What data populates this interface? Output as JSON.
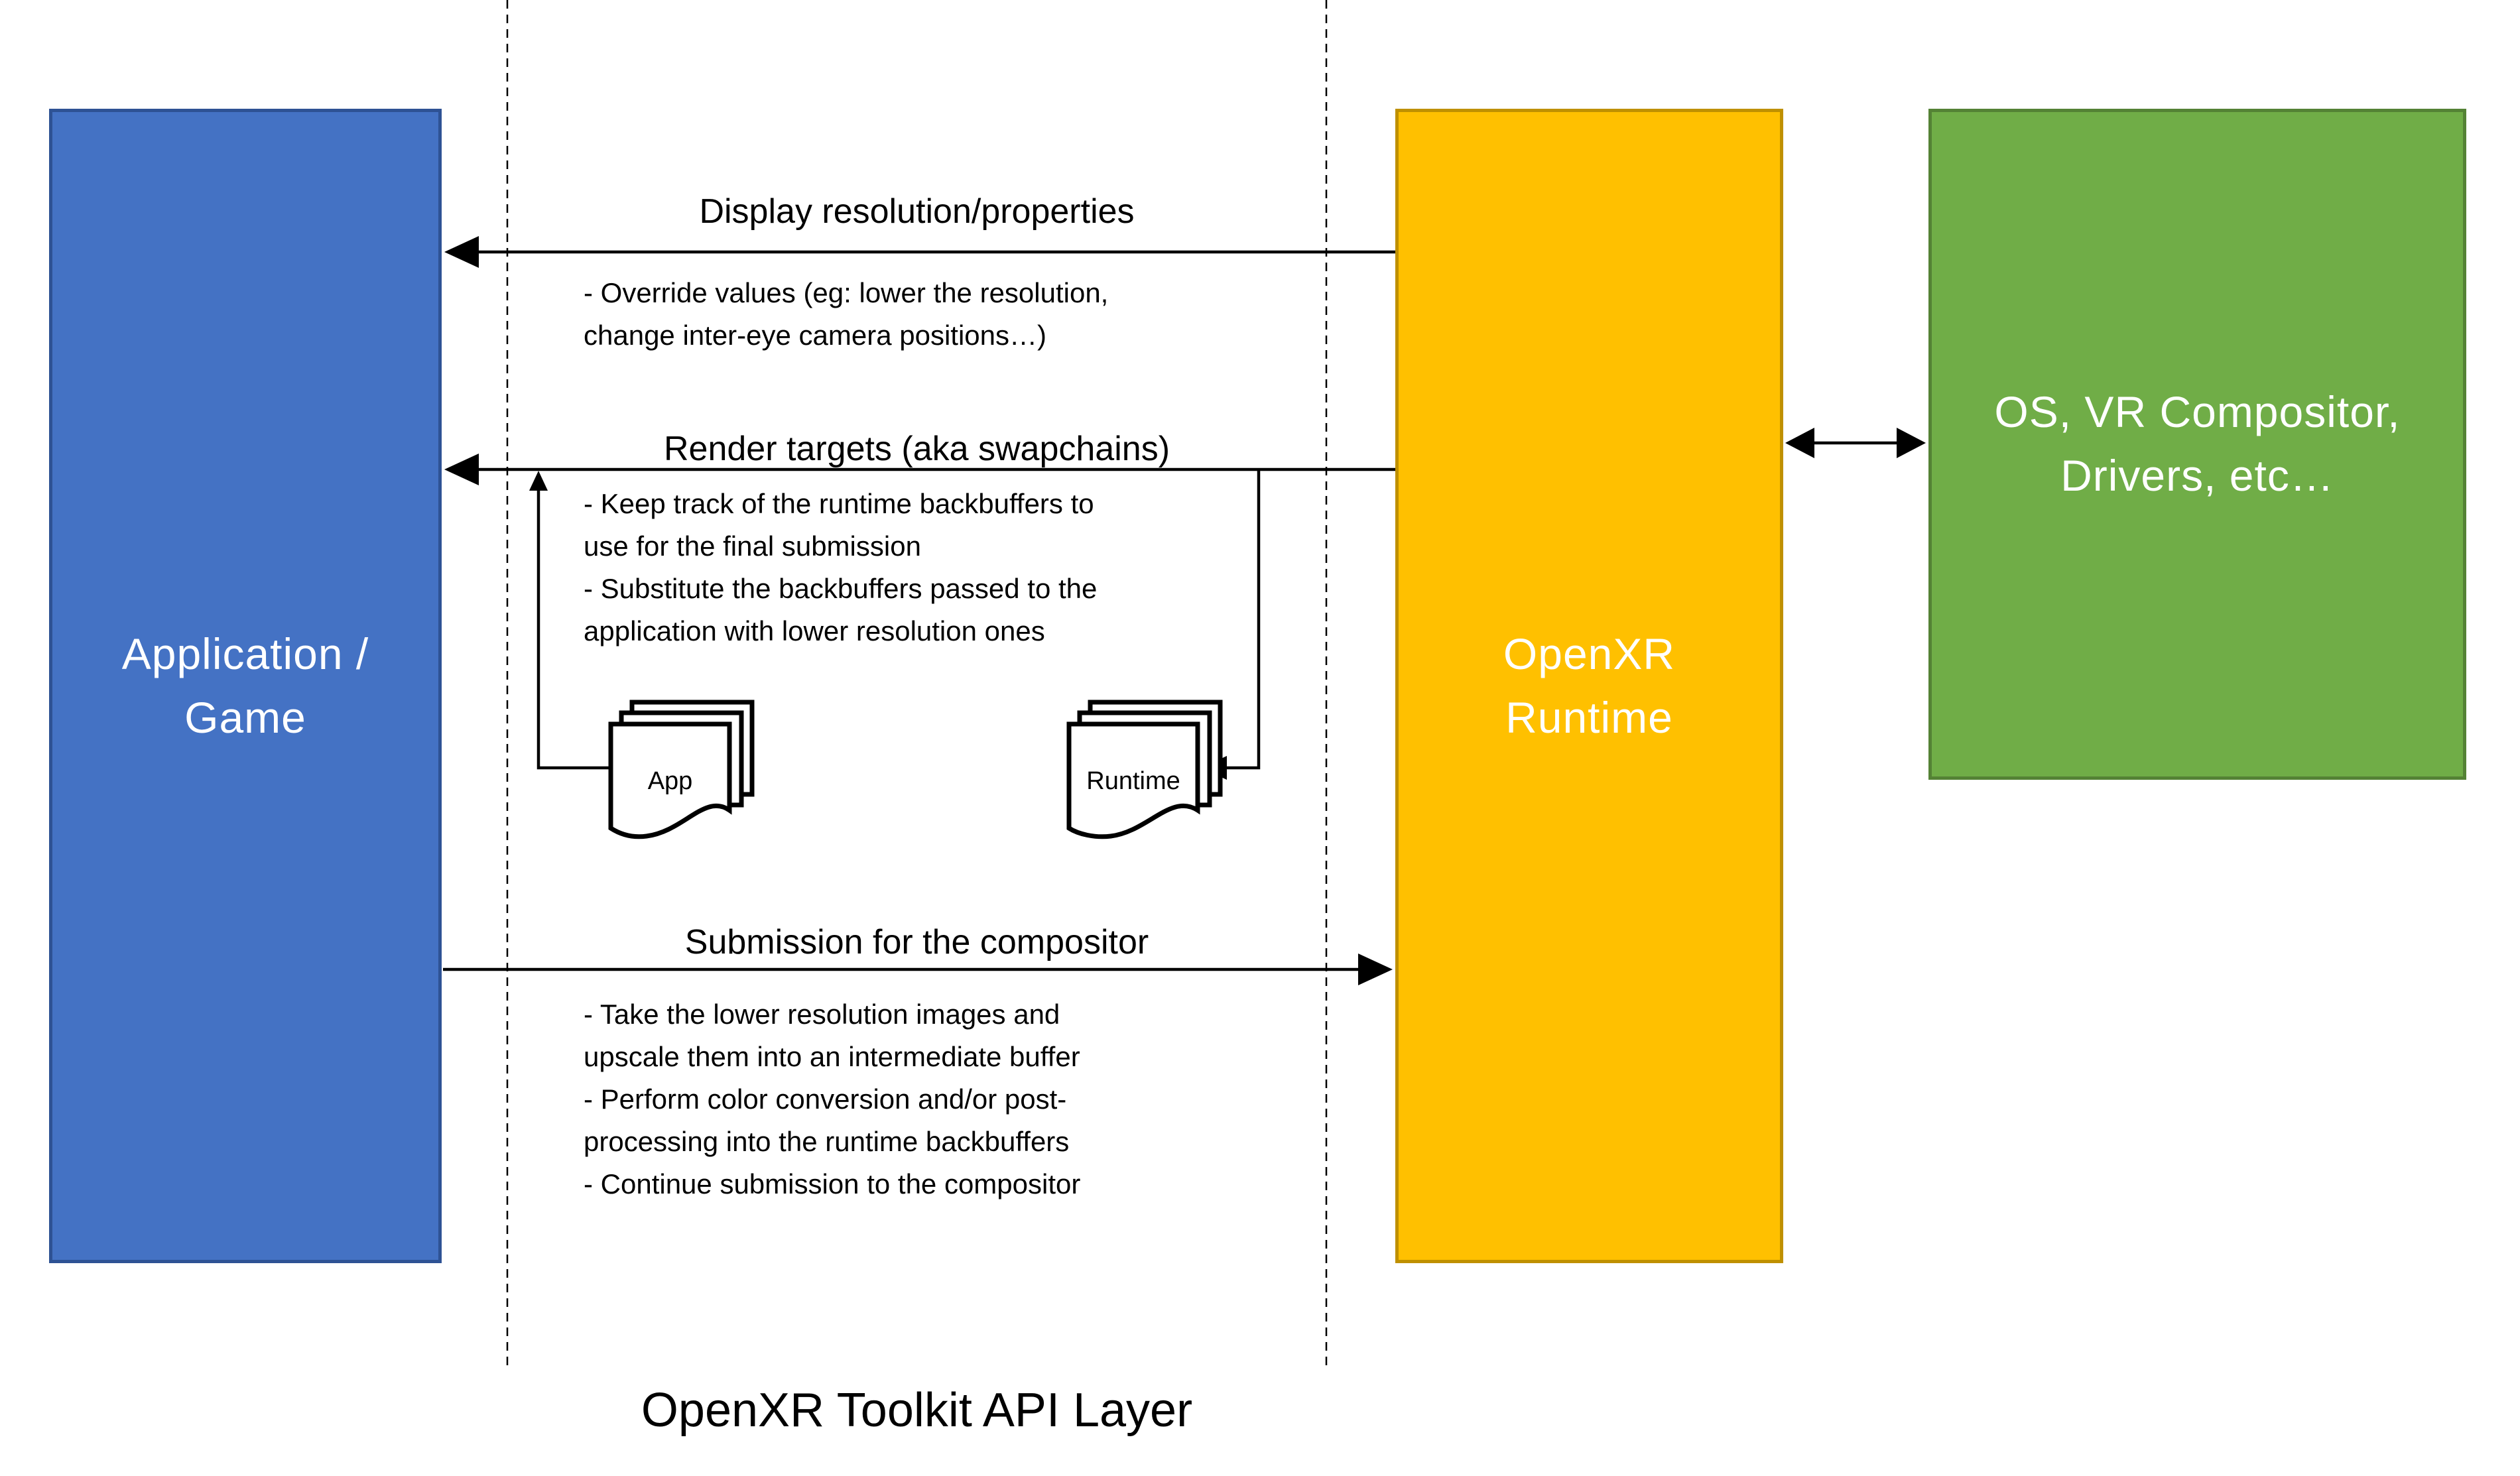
{
  "diagram": {
    "layer_label": "OpenXR Toolkit API Layer",
    "boxes": {
      "application": {
        "label": "Application /\nGame",
        "fill": "#4472C4",
        "border": "#2E5294",
        "text_color": "#FFFFFF"
      },
      "openxr_runtime": {
        "label": "OpenXR\nRuntime",
        "fill": "#FFC000",
        "border": "#BF9000",
        "text_color": "#FFFFFF"
      },
      "os_compositor": {
        "label": "OS, VR Compositor,\nDrivers, etc…",
        "fill": "#70AD47",
        "border": "#548235",
        "text_color": "#FFFFFF"
      }
    },
    "flows": {
      "display": {
        "title": "Display resolution/properties",
        "direction": "runtime-to-application",
        "notes": "- Override values (eg: lower the resolution,\nchange inter-eye camera positions…)"
      },
      "render_targets": {
        "title": "Render targets (aka swapchains)",
        "direction": "runtime-to-application",
        "notes": "- Keep track of the runtime backbuffers to\nuse for the final submission\n- Substitute the backbuffers passed to the\napplication with lower resolution ones",
        "app_swapchain_label": "App",
        "runtime_swapchain_label": "Runtime"
      },
      "submission": {
        "title": "Submission for the compositor",
        "direction": "application-to-runtime",
        "notes": "- Take the lower resolution images and\nupscale them into an intermediate buffer\n- Perform color conversion and/or post-\nprocessing into the runtime backbuffers\n- Continue submission to the compositor"
      },
      "runtime_to_os": {
        "title": "",
        "direction": "bidirectional"
      }
    },
    "line_color": "#000000"
  }
}
